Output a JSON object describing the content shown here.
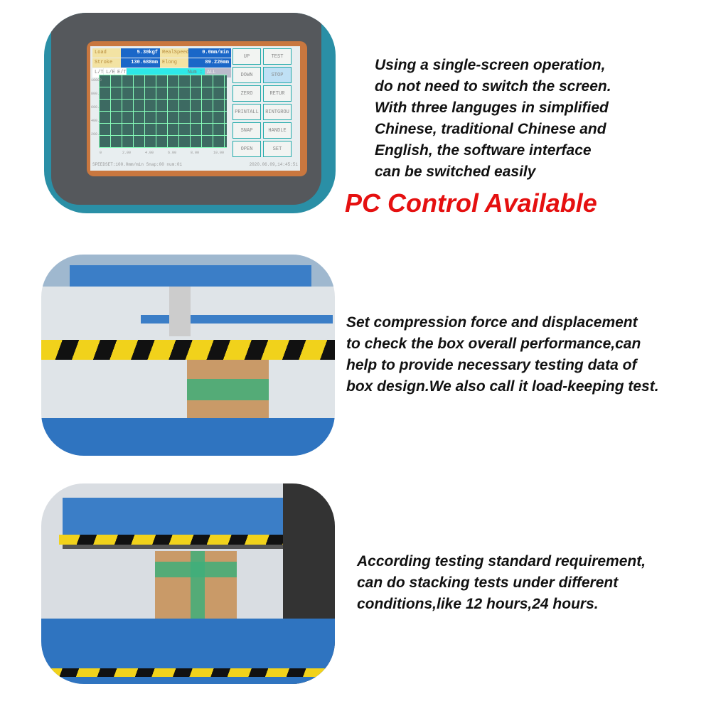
{
  "section1": {
    "description_lines": [
      "Using a single-screen operation,",
      "do not need to switch the screen.",
      "With three languges in simplified",
      "Chinese, traditional Chinese and",
      "English, the software interface",
      "can be switched easily"
    ],
    "headline": "PC Control  Available",
    "headline_color": "#e51010",
    "screen": {
      "fields": [
        {
          "label": "Load",
          "value": "5.30kgf"
        },
        {
          "label": "RealSpeed",
          "value": "0.0mm/min"
        },
        {
          "label": "Stroke",
          "value": "130.688mm"
        },
        {
          "label": "Elong",
          "value": "89.226mm"
        }
      ],
      "tabs": [
        "L/T",
        "L/E",
        "E/T"
      ],
      "num_label": "Num :",
      "num_select": "ALL",
      "buttons": [
        "UP",
        "TEST",
        "DOWN",
        "STOP",
        "ZERO",
        "RETUR",
        "PRINTALL",
        "RINTGROU",
        "SNAP",
        "HANDLE",
        "OPEN",
        "SET"
      ],
      "y_ticks": [
        "10000",
        "800.",
        "600.",
        "400.",
        "200."
      ],
      "x_ticks": [
        "0",
        "2.00",
        "4.00",
        "6.00",
        "8.00",
        "10.00"
      ],
      "status": "SPEEDSET:100.0mm/min  Snap:00  num:01",
      "datetime": "2020.06.09,14:45:51"
    }
  },
  "section2": {
    "description_lines": [
      "Set compression force and displacement",
      "to check the box overall performance,can",
      "help to provide necessary testing data of",
      "box design.We also call it load-keeping test."
    ]
  },
  "section3": {
    "description_lines": [
      "According testing standard requirement,",
      "can do stacking tests under different",
      "conditions,like 12 hours,24 hours."
    ]
  }
}
